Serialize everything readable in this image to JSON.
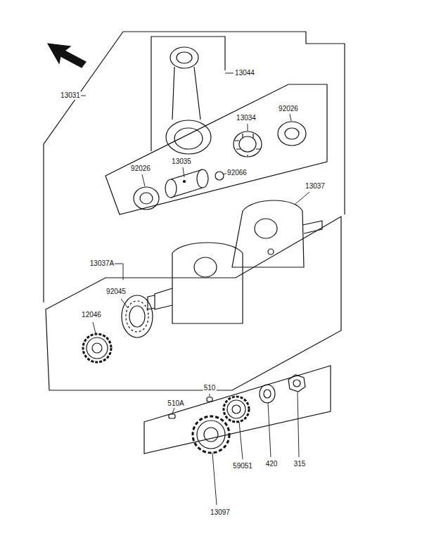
{
  "diagram": {
    "labels": [
      "13044",
      "13031",
      "13034",
      "92026",
      "92026",
      "13035",
      "92066",
      "13037",
      "13037A",
      "92045",
      "12046",
      "510",
      "510A",
      "59051",
      "420",
      "315",
      "13097"
    ]
  }
}
